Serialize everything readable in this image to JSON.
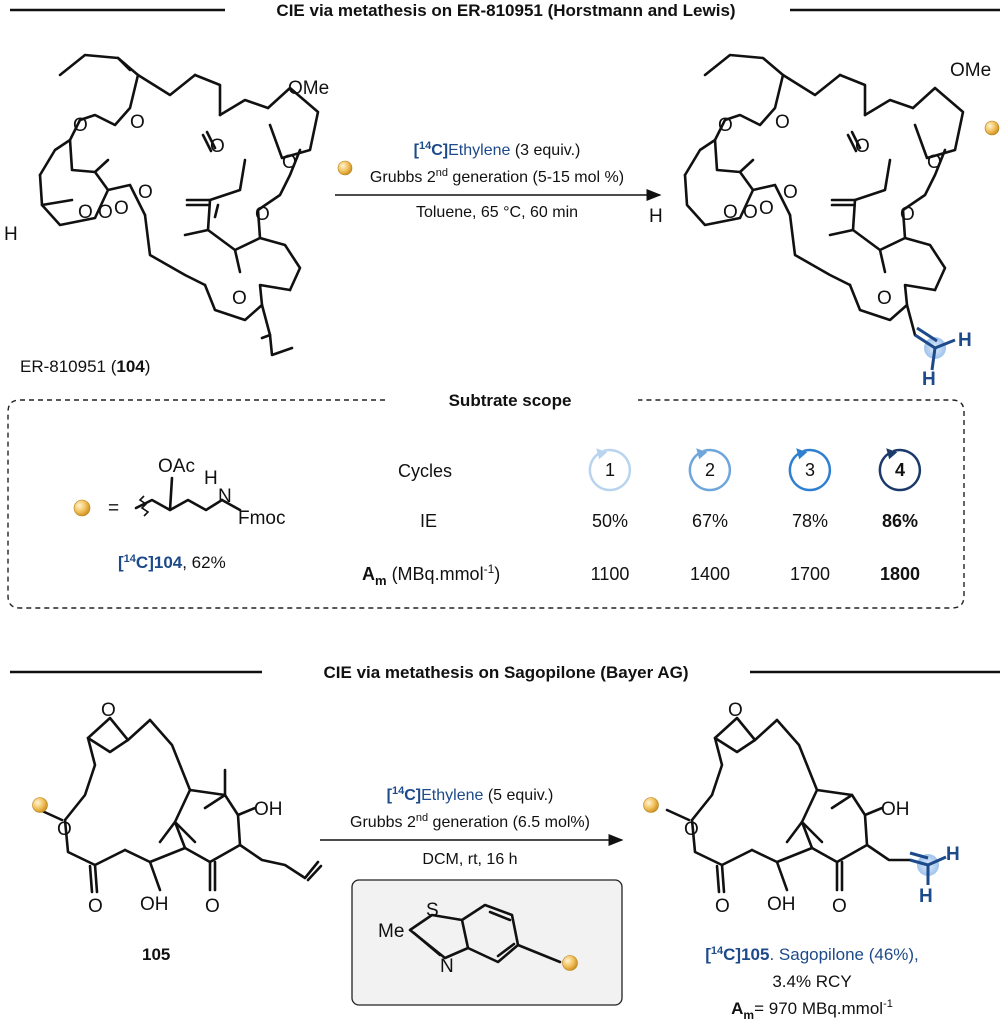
{
  "section1": {
    "header": "CIE via metathesis on ER-810951 (Horstmann and Lewis)",
    "reagent_isotope": "[",
    "reagent_sup": "14",
    "reagent_c": "C]",
    "reagent_name": "Ethylene",
    "reagent_equiv": " (3 equiv.)",
    "catalyst_pre": "Grubbs 2",
    "catalyst_sup": "nd",
    "catalyst_post": " generation (5-15 mol %)",
    "conditions": "Toluene, 65 °C, 60 min",
    "start_label_prefix": "ER-810951 (",
    "start_label_num": "104",
    "start_label_suffix": ")",
    "atom_labels": {
      "methoxy": "OMe",
      "oxygen": "O",
      "hydrogen": "H"
    }
  },
  "scope": {
    "title": "Subtrate scope",
    "substituent_equals": "=",
    "substituent_groups": {
      "acetoxy": "OAc",
      "amine_h": "H",
      "amine_n": "N",
      "protecting": "Fmoc"
    },
    "labeled_prefix": "[",
    "labeled_sup": "14",
    "labeled_mid": "C]104",
    "labeled_yield": ", 62%",
    "row_cycles_label": "Cycles",
    "row_ie_label": "IE",
    "row_am_label": "A",
    "row_am_sub": "m",
    "row_am_unit": " (MBq.mmol",
    "row_am_exp": "-1",
    "row_am_close": ")",
    "cycles": [
      {
        "n": "1",
        "ie": "50%",
        "am": "1100",
        "color": "#b8d4ef",
        "bold": false
      },
      {
        "n": "2",
        "ie": "67%",
        "am": "1400",
        "color": "#6ea6dc",
        "bold": false
      },
      {
        "n": "3",
        "ie": "78%",
        "am": "1700",
        "color": "#2f7fd0",
        "bold": false
      },
      {
        "n": "4",
        "ie": "86%",
        "am": "1800",
        "color": "#1b3a6b",
        "bold": true
      }
    ]
  },
  "section2": {
    "header": "CIE via metathesis on Sagopilone (Bayer AG)",
    "reagent_isotope": "[",
    "reagent_sup": "14",
    "reagent_c": "C]",
    "reagent_name": "Ethylene",
    "reagent_equiv": " (5 equiv.)",
    "catalyst_pre": "Grubbs 2",
    "catalyst_sup": "nd",
    "catalyst_post": " generation (6.5 mol%)",
    "conditions": "DCM, rt, 16 h",
    "benzothiazole_labels": {
      "methyl": "Me",
      "sulfur": "S",
      "nitrogen": "N"
    },
    "start_label": "105",
    "product_label_prefix": "[",
    "product_label_sup": "14",
    "product_label_mid": "C]105",
    "product_label_name": ". Sagopilone (46%),",
    "product_rcy": "3.4% RCY",
    "product_am": "A",
    "product_am_sub": "m",
    "product_am_value": "= 970 MBq.mmol",
    "product_am_exp": "-1",
    "atom_labels": {
      "hydroxyl": "OH",
      "oxygen": "O",
      "hydrogen": "H"
    }
  },
  "colors": {
    "accent_blue": "#1d4a8a",
    "sphere_gold": "#f2c15c",
    "highlight_blue": "#8fb8e8"
  }
}
